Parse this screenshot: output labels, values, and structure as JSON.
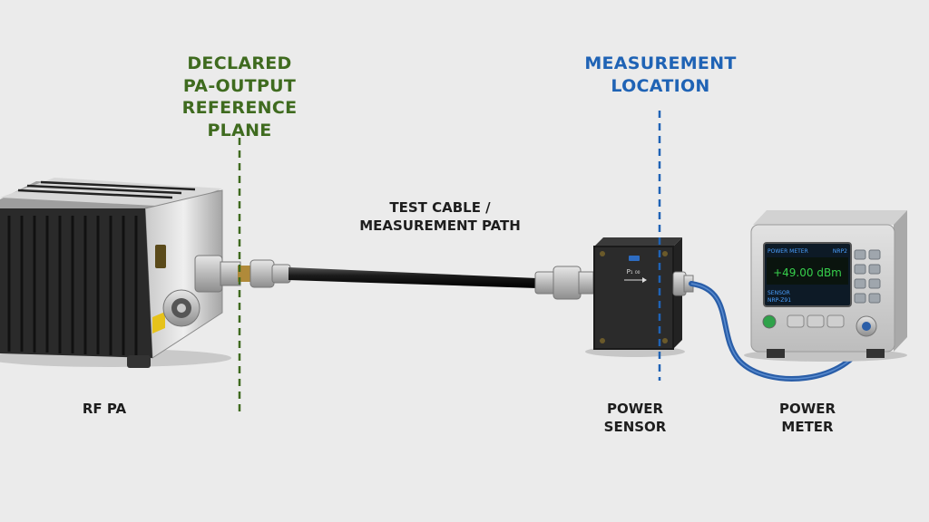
{
  "labels": {
    "reference_plane": [
      "DECLARED",
      "PA-OUTPUT",
      "REFERENCE PLANE"
    ],
    "measurement_location": [
      "MEASUREMENT",
      "LOCATION"
    ],
    "test_cable": [
      "TEST CABLE /",
      "MEASUREMENT PATH"
    ],
    "rf_pa": "RF PA",
    "power_sensor": [
      "POWER",
      "SENSOR"
    ],
    "power_meter": [
      "POWER",
      "METER"
    ]
  },
  "sensor": {
    "marking": "P₁ ₀₀"
  },
  "meter": {
    "screen_title": "POWER METER",
    "screen_channel": "NRP2",
    "reading": "+49.00 dBm",
    "sensor_label": "SENSOR",
    "sensor_model": "NRP-Z91"
  },
  "colors": {
    "background": "#ebebeb",
    "reference_plane": "#3f6b1f",
    "measurement_location": "#1f63b5",
    "meter_reading": "#37d04c",
    "meter_text": "#4aa0ff"
  }
}
